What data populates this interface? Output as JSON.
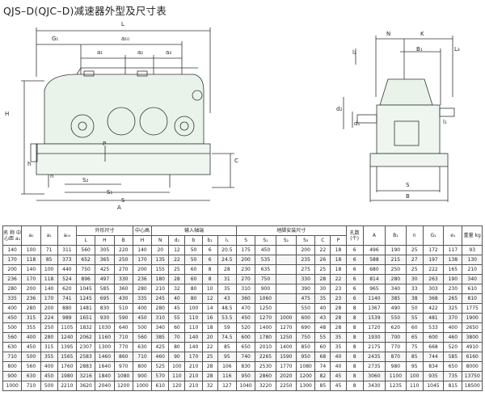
{
  "title": "QJS–D(QJC–D)减速器外型及尺寸表",
  "front_view_labels": {
    "L": "L",
    "G1": "G₁",
    "a10": "a₁₀",
    "a1": "a₁",
    "a2": "a₂",
    "a3": "a₃",
    "H": "H",
    "h": "h",
    "P": "P",
    "C": "C",
    "S2": "S₂",
    "S1": "S₁",
    "S": "S",
    "A": "A",
    "n": "n"
  },
  "side_view_labels": {
    "N": "N",
    "K": "K",
    "l2": "l₂",
    "B1": "B₁",
    "L3": "L₃",
    "d2": "d₂",
    "d1": "d₁",
    "l1": "l₁",
    "S": "S",
    "B": "B"
  },
  "table": {
    "header_row1": {
      "center_distance": "名 称 中心距 a₁",
      "a0": "a₀",
      "a1": "a₁",
      "a0_alt": "a₀₀",
      "outline": "外形尺寸",
      "center_height": "中心高",
      "input_shaft": "输入轴端",
      "foot": "地脚安装尺寸",
      "holes": "孔数(个)",
      "A": "A",
      "B1": "B₁",
      "n": "n",
      "G1": "G₁",
      "e1": "e₁",
      "weight": "重量 kg"
    },
    "header_row2": [
      "L",
      "H",
      "B",
      "H",
      "N",
      "d₂",
      "b",
      "b₁",
      "l₁",
      "S",
      "S₁",
      "S₂",
      "S₃",
      "C",
      "P"
    ],
    "rows": [
      [
        "140",
        "100",
        "71",
        "311",
        "560",
        "305",
        "220",
        "140",
        "20",
        "12",
        "50",
        "6",
        "20.5",
        "175",
        "450",
        "",
        "200",
        "22",
        "18",
        "6",
        "496",
        "190",
        "25",
        "172",
        "117",
        "93"
      ],
      [
        "170",
        "118",
        "85",
        "373",
        "652",
        "365",
        "250",
        "170",
        "135",
        "22",
        "50",
        "6",
        "24.5",
        "200",
        "535",
        "",
        "235",
        "26",
        "18",
        "6",
        "588",
        "215",
        "27",
        "197",
        "138",
        "130"
      ],
      [
        "200",
        "140",
        "100",
        "440",
        "750",
        "425",
        "270",
        "200",
        "155",
        "25",
        "60",
        "8",
        "28",
        "230",
        "635",
        "",
        "275",
        "25",
        "18",
        "6",
        "680",
        "250",
        "25",
        "222",
        "165",
        "210"
      ],
      [
        "236",
        "170",
        "118",
        "524",
        "896",
        "497",
        "330",
        "236",
        "180",
        "28",
        "60",
        "8",
        "31",
        "270",
        "750",
        "",
        "330",
        "28",
        "22",
        "6",
        "814",
        "280",
        "30",
        "263",
        "190",
        "340"
      ],
      [
        "280",
        "200",
        "140",
        "620",
        "1045",
        "585",
        "360",
        "280",
        "210",
        "32",
        "80",
        "10",
        "35",
        "310",
        "900",
        "",
        "390",
        "30",
        "23",
        "6",
        "965",
        "340",
        "33",
        "303",
        "230",
        "610"
      ],
      [
        "335",
        "236",
        "170",
        "741",
        "1245",
        "695",
        "430",
        "335",
        "245",
        "40",
        "80",
        "12",
        "43",
        "360",
        "1060",
        "",
        "475",
        "35",
        "23",
        "6",
        "1140",
        "385",
        "38",
        "368",
        "265",
        "810"
      ],
      [
        "400",
        "280",
        "200",
        "880",
        "1481",
        "830",
        "510",
        "400",
        "280",
        "45",
        "100",
        "14",
        "48.5",
        "470",
        "1250",
        "",
        "550",
        "40",
        "28",
        "8",
        "1367",
        "490",
        "50",
        "422",
        "325",
        "1775"
      ],
      [
        "450",
        "315",
        "224",
        "989",
        "1651",
        "930",
        "590",
        "450",
        "310",
        "55",
        "110",
        "16",
        "53.5",
        "450",
        "1270",
        "1000",
        "600",
        "43",
        "28",
        "8",
        "1539",
        "550",
        "55",
        "481",
        "370",
        "1900"
      ],
      [
        "500",
        "355",
        "250",
        "1105",
        "1832",
        "1030",
        "640",
        "500",
        "340",
        "60",
        "110",
        "18",
        "59",
        "520",
        "1400",
        "1270",
        "690",
        "48",
        "28",
        "8",
        "1720",
        "620",
        "60",
        "533",
        "400",
        "2650"
      ],
      [
        "560",
        "400",
        "280",
        "1240",
        "2062",
        "1160",
        "710",
        "560",
        "385",
        "70",
        "140",
        "20",
        "74.5",
        "600",
        "1780",
        "1250",
        "750",
        "55",
        "35",
        "8",
        "1930",
        "700",
        "65",
        "600",
        "460",
        "3800"
      ],
      [
        "630",
        "450",
        "315",
        "1395",
        "2307",
        "1300",
        "770",
        "630",
        "425",
        "80",
        "140",
        "22",
        "85",
        "650",
        "2010",
        "1400",
        "850",
        "60",
        "35",
        "8",
        "2175",
        "770",
        "75",
        "668",
        "520",
        "4910"
      ],
      [
        "710",
        "500",
        "355",
        "1565",
        "2583",
        "1460",
        "860",
        "710",
        "460",
        "90",
        "170",
        "25",
        "95",
        "740",
        "2265",
        "1590",
        "950",
        "68",
        "40",
        "8",
        "2435",
        "870",
        "85",
        "744",
        "585",
        "6160"
      ],
      [
        "800",
        "560",
        "400",
        "1760",
        "2883",
        "1640",
        "970",
        "800",
        "525",
        "100",
        "210",
        "28",
        "106",
        "830",
        "2530",
        "1770",
        "1080",
        "74",
        "40",
        "8",
        "2735",
        "980",
        "95",
        "834",
        "650",
        "8000"
      ],
      [
        "900",
        "630",
        "450",
        "1980",
        "3216",
        "1840",
        "1080",
        "900",
        "570",
        "110",
        "210",
        "28",
        "116",
        "950",
        "2860",
        "2020",
        "1200",
        "82",
        "45",
        "8",
        "3060",
        "1100",
        "100",
        "935",
        "735",
        "13750"
      ],
      [
        "1000",
        "710",
        "500",
        "2210",
        "3620",
        "2040",
        "1200",
        "1000",
        "610",
        "120",
        "210",
        "32",
        "127",
        "1040",
        "3220",
        "2250",
        "1300",
        "85",
        "45",
        "8",
        "3430",
        "1235",
        "110",
        "1045",
        "815",
        "18500"
      ]
    ]
  }
}
